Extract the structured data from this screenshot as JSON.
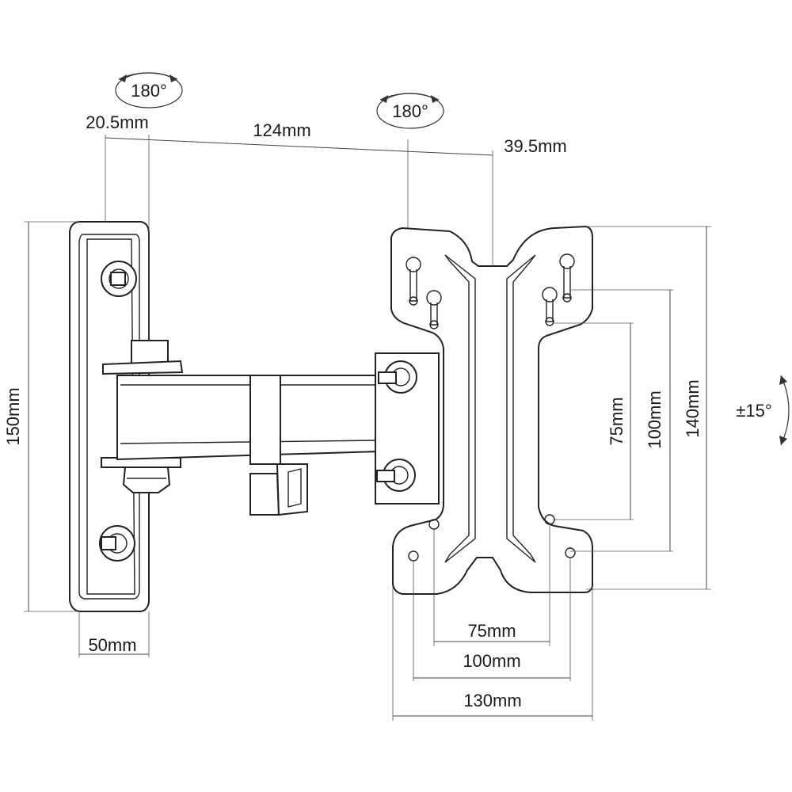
{
  "labels": {
    "wall_rotation": "180°",
    "tilt_rotation": "180°",
    "swivel": "±15°",
    "wall_plate_offset": "20.5mm",
    "arm_length": "124mm",
    "head_offset": "39.5mm",
    "wall_plate_height": "150mm",
    "wall_plate_width": "50mm",
    "vesa_75_vertical": "75mm",
    "vesa_100_vertical": "100mm",
    "vesa_140_vertical": "140mm",
    "vesa_75_horizontal": "75mm",
    "vesa_100_horizontal": "100mm",
    "head_width": "130mm"
  }
}
